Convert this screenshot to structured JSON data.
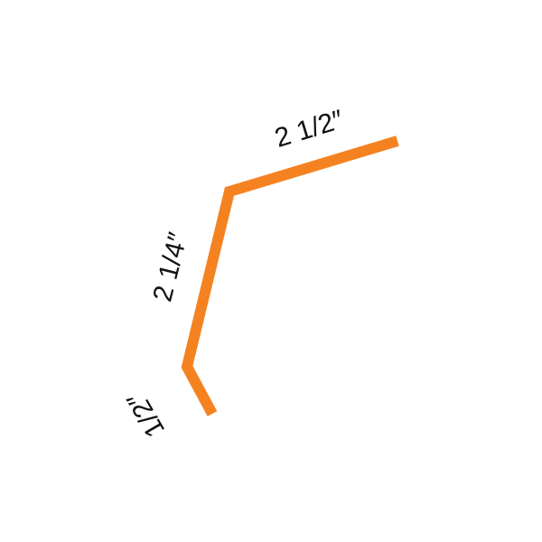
{
  "diagram": {
    "stroke_color": "#F58220",
    "labels": {
      "top_segment": "2 1/2″",
      "middle_segment": "2 1/4″",
      "bottom_segment": "1/2″"
    }
  }
}
